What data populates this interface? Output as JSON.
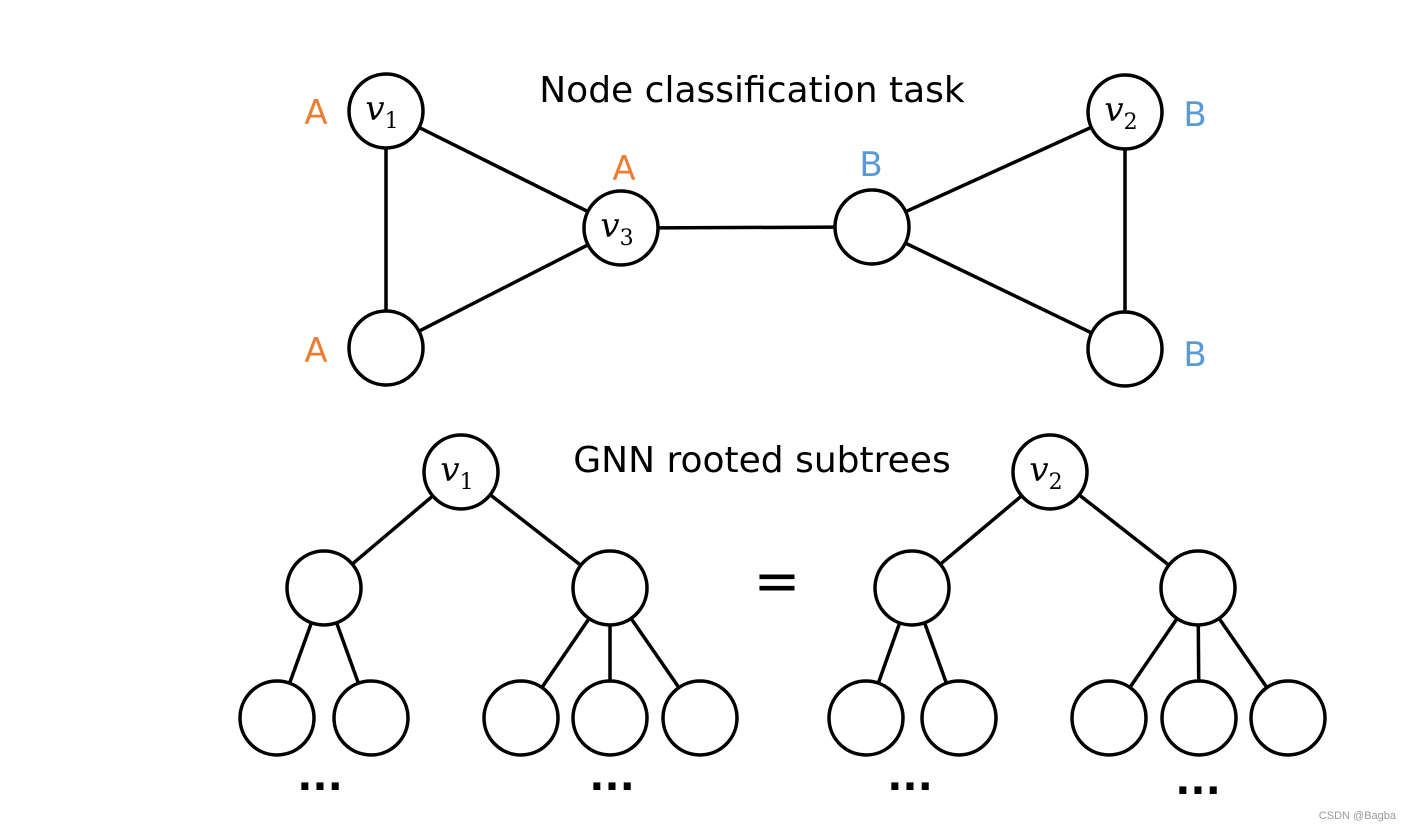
{
  "titles": {
    "top": "Node classification task",
    "bottom": "GNN rooted subtrees"
  },
  "colors": {
    "A": "#ED7D31",
    "B": "#5B9BD5",
    "stroke": "#000000"
  },
  "graph": {
    "nodes": [
      {
        "id": "v1",
        "label": "v",
        "sub": "1",
        "class": "A"
      },
      {
        "id": "v3",
        "label": "v",
        "sub": "3",
        "class": "A"
      },
      {
        "id": "a3",
        "label": "",
        "sub": "",
        "class": "A"
      },
      {
        "id": "b1",
        "label": "",
        "sub": "",
        "class": "B"
      },
      {
        "id": "v2",
        "label": "v",
        "sub": "2",
        "class": "B"
      },
      {
        "id": "b3",
        "label": "",
        "sub": "",
        "class": "B"
      }
    ],
    "edges": [
      [
        "v1",
        "v3"
      ],
      [
        "v1",
        "a3"
      ],
      [
        "a3",
        "v3"
      ],
      [
        "v3",
        "b1"
      ],
      [
        "b1",
        "v2"
      ],
      [
        "b1",
        "b3"
      ],
      [
        "v2",
        "b3"
      ]
    ]
  },
  "trees": [
    {
      "root_label": "v",
      "root_sub": "1",
      "children": [
        2,
        3
      ],
      "ellipsis": "···"
    },
    {
      "root_label": "v",
      "root_sub": "2",
      "children": [
        2,
        3
      ],
      "ellipsis": "···"
    }
  ],
  "equals": "=",
  "watermark": "CSDN @Bagba"
}
